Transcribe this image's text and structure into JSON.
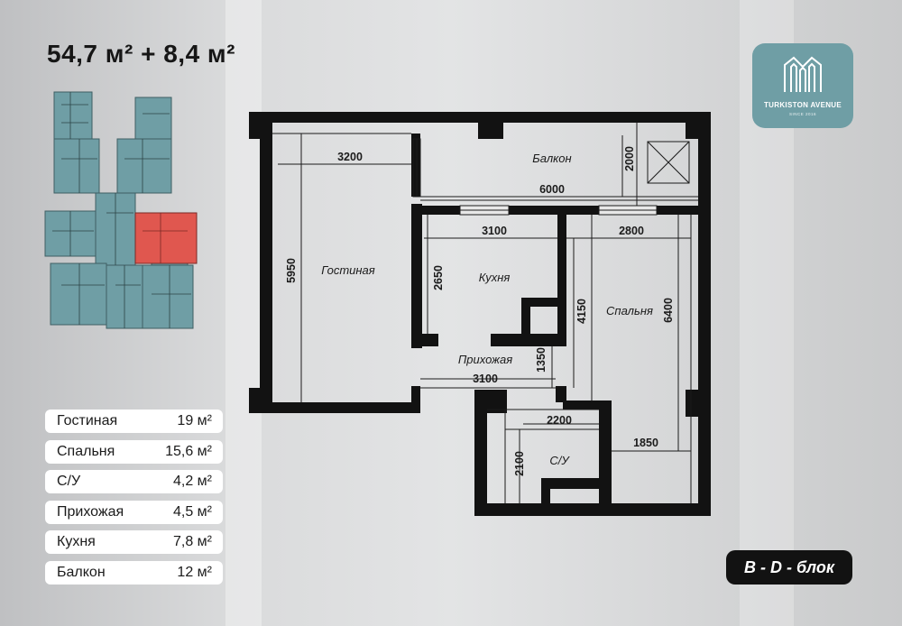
{
  "header": {
    "total_area": "54,7 м² + 8,4 м²"
  },
  "logo": {
    "name": "TURKISTON AVENUE",
    "since": "SINCE 2016"
  },
  "areas": [
    {
      "room": "Гостиная",
      "value": "19 м²"
    },
    {
      "room": "Спальня",
      "value": "15,6 м²"
    },
    {
      "room": "С/У",
      "value": "4,2 м²"
    },
    {
      "room": "Прихожая",
      "value": "4,5 м²"
    },
    {
      "room": "Кухня",
      "value": "7,8 м²"
    },
    {
      "room": "Балкон",
      "value": "12 м²"
    }
  ],
  "plan": {
    "rooms": {
      "balcony": "Балкон",
      "living": "Гостиная",
      "kitchen": "Кухня",
      "hall": "Прихожая",
      "bedroom": "Спальня",
      "bathroom": "С/У"
    },
    "dimensions": {
      "living_width": "3200",
      "living_depth": "5950",
      "balcony_width": "6000",
      "balcony_depth": "2000",
      "kitchen_width": "3100",
      "kitchen_depth": "2650",
      "bedroom_width": "2800",
      "bedroom_depth": "6400",
      "bedroom_inner": "4150",
      "hall_width": "3100",
      "hall_depth": "1350",
      "bath_width": "2200",
      "bath_depth": "2100",
      "bed_lower_width": "1850"
    }
  },
  "colors": {
    "teal": "#6f9ea5",
    "highlight": "#e0574f"
  },
  "badge": {
    "label": "B - D - блок"
  }
}
